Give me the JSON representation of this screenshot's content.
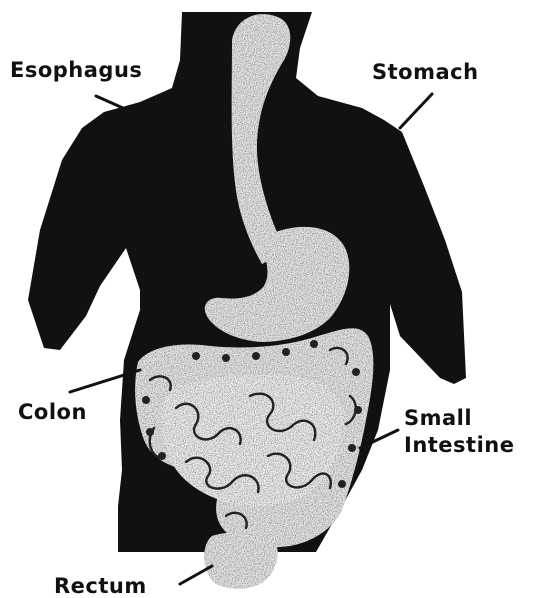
{
  "labels": {
    "esophagus": "Esophagus",
    "stomach": "Stomach",
    "colon": "Colon",
    "small_intestine_line1": "Small",
    "small_intestine_line2": "Intestine",
    "rectum": "Rectum"
  },
  "colors": {
    "body": "#111111",
    "organ": "#ececec",
    "background": "#ffffff"
  }
}
